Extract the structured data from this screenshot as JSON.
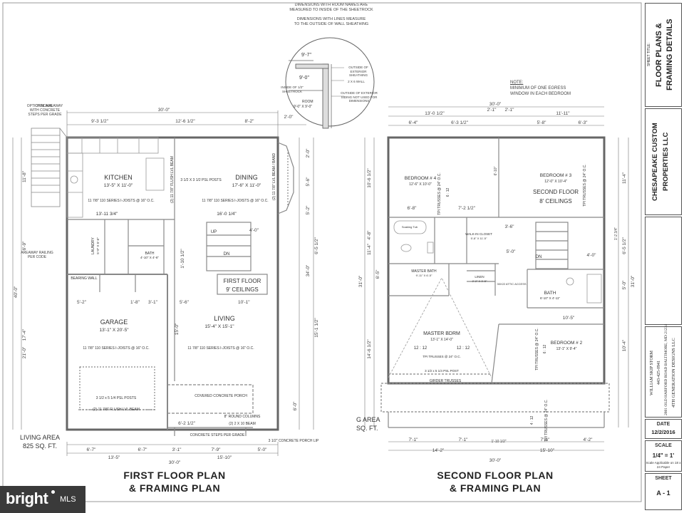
{
  "legend": {
    "line1": "DIMENSIONS WITH ROOM NAMES ARE",
    "line2": "MEASURED TO INSIDE OF THE SHEETROCK",
    "line3": "DIMENSIONS WITH LINES MEASURE",
    "line4": "TO THE OUTSIDE OF WALL SHEATHING",
    "detail_top": "9'-7\"",
    "detail_mid": "9'-0\"",
    "detail_room": "ROOM",
    "detail_room_dims": "9'-0\" X 9'-0\"",
    "note_sheathing": "OUTSIDE OF EXTERIOR SHEATHING",
    "note_wall": "2 X 6 WALL",
    "note_sheetrock": "INSIDE OF 1/2\" SHEETROCK",
    "note_siding": "OUTSIDE OF EXTERIOR SIDING NOT USED FOR DIMENSIONS"
  },
  "title_block": {
    "sheet_title_label": "SHEET TITLE:",
    "sheet_title": "FLOOR PLANS & FRAMING DETAILS",
    "client": "CHESAPEAKE CUSTOM PROPERTIES LLC",
    "designer": "4TH GENERATION DESIGNS LLC",
    "designer_address": "2601 OLD HARFORD ROAD BALTIMORE, MD 21234",
    "designer_phone": "443-425-0941",
    "designer_name": "WILLIAM SKIP STORM",
    "date_label": "DATE",
    "date_value": "12/2/2016",
    "scale_label": "SCALE",
    "scale_value": "1/4\" = 1'",
    "scale_note": "Scale Applicable on 18 x 24 Paper",
    "sheet_label": "SHEET",
    "sheet_value": "A - 1"
  },
  "first_floor": {
    "title_line1": "FIRST FLOOR PLAN",
    "title_line2": "& FRAMING PLAN",
    "living_area_line1": "LIVING AREA",
    "living_area_line2": "825 SQ. FT.",
    "stair_note": "OPTIONAL AREAWAY WITH CONCRETE STEPS PER GRADE",
    "areaway_note": "AREAWAY RAILING PER CODE",
    "dim_top_total": "30'-0\"",
    "dim_top_left": "9'-3 1/2\"",
    "dim_top_mid": "12'-6 1/2\"",
    "dim_top_right": "8'-2\"",
    "dim_top_far": "2'-0\"",
    "dim_bottom_total": "30'-0\"",
    "dim_bottom_left": "13'-5\"",
    "dim_bottom_right": "15'-10\"",
    "dim_bot_a": "6'-7\"",
    "dim_bot_b": "6'-7\"",
    "dim_bot_c": "3'-1\"",
    "dim_bot_d": "7'-9\"",
    "dim_bot_e": "5'-0\"",
    "dim_porch": "6'-2 1/2\"",
    "dim_left_1": "11'-8\"",
    "dim_left_2": "6'-9\"",
    "dim_left_3": "40'-0\"",
    "dim_left_4": "17'-4\"",
    "dim_left_5": "21'-0\"",
    "dim_right_1": "2'-0\"",
    "dim_right_2": "5'-6\"",
    "dim_right_3": "5'-2\"",
    "dim_right_4": "6'-5 1/2\"",
    "dim_right_5": "34'-0\"",
    "dim_right_6": "15'-1 1/2\"",
    "dim_right_7": "6'-0\"",
    "kitchen_name": "KITCHEN",
    "kitchen_dims": "13'-5\" X 11'-0\"",
    "kitchen_joists": "11 7/8\" 110 SERIES I-JOISTS @ 16\" O.C.",
    "kitchen_width": "13'-11 3/4\"",
    "dining_name": "DINING",
    "dining_dims": "17'-6\" X 11'-0\"",
    "dining_joists": "11 7/8\" 110 SERIES I-JOISTS @ 16\" O.C.",
    "dining_width": "16'-0 1/4\"",
    "psl_posts": "3 1/2 X 3 1/2 PSL POSTS",
    "flush_beam": "(2) 11 7/8\" FLUSH LVL BEAM",
    "lvl_band": "(2) 11 7/8\" LVL BEAM / BAND",
    "laundry": "LAUNDRY",
    "laundry_dims": "5'-9\" X 5'-6\"",
    "bath": "BATH",
    "bath_dims": "4'-10\" X 4'-6\"",
    "bearing_wall": "BEARING WALL",
    "first_floor_name": "FIRST FLOOR",
    "first_floor_ceilings": "9' CEILINGS",
    "living_name": "LIVING",
    "living_dims": "15'-4\" X 15'-1\"",
    "living_joists": "11 7/8\" 110 SERIES I-JOISTS @ 16\" O.C.",
    "garage_name": "GARAGE",
    "garage_dims": "13'-1\" X 20'-5\"",
    "garage_joists": "11 7/8\" 110 SERIES I-JOISTS @ 16\" O.C.",
    "garage_psl": "3 1/2 x 5 1/4 PSL POSTS",
    "garage_beam": "(2) 11 7/8\" FLUSH LVL BEAM",
    "porch_name": "COVERED CONCRETE PORCH",
    "porch_columns": "8\" ROUND COLUMNS",
    "porch_beam": "(2) 2 X 10 BEAM",
    "porch_steps": "CONCRETE STEPS PER GRADE",
    "porch_lip": "3 1/2\" CONCRETE PORCH LIP",
    "stair_up": "UP",
    "stair_dn": "DN",
    "dim_4_0": "4'-0\"",
    "dim_5_2": "5'-2\"",
    "dim_3_1": "3'-1\"",
    "dim_1_8": "1'-8\"",
    "dim_5_6": "5'-6\"",
    "dim_10_1": "10'-1\"",
    "dim_1_10": "1'-10 1/2\"",
    "dim_15_0": "15'-0\""
  },
  "second_floor": {
    "title_line1": "SECOND FLOOR PLAN",
    "title_line2": "& FRAMING PLAN",
    "living_area_line1": "G AREA",
    "living_area_line2": "SQ. FT.",
    "note_title": "NOTE:",
    "note_line1": "MINIMUM OF ONE EGRESS",
    "note_line2": "WINDOW IN EACH BEDROOM",
    "dim_top_total": "30'-0\"",
    "dim_top_a": "13'-0 1/2\"",
    "dim_top_b": "2'-1\"",
    "dim_top_c": "2'-1\"",
    "dim_top_d": "11'-11\"",
    "dim_top_e": "6'-4\"",
    "dim_top_f": "6'-3 1/2\"",
    "dim_top_g": "5'-8\"",
    "dim_top_h": "6'-3\"",
    "dim_bottom_total": "30'-0\"",
    "dim_bottom_left": "14'-2\"",
    "dim_bottom_right": "15'-10\"",
    "dim_bot_a": "7'-1\"",
    "dim_bot_b": "7'-1\"",
    "dim_bot_c": "1'-10 1/2\"",
    "dim_bot_d": "7'-6\"",
    "dim_bot_e": "4'-2\"",
    "dim_left_1": "10'-6 1/2\"",
    "dim_left_2": "4'-8\"",
    "dim_left_3": "11'-4\"",
    "dim_left_4": "6'-5\"",
    "dim_left_5": "31'-0\"",
    "dim_left_6": "14'-6 1/2\"",
    "dim_right_1": "11'-4\"",
    "dim_right_2": "1'-2 3/4\"",
    "dim_right_3": "6'-5 1/2\"",
    "dim_right_4": "31'-0\"",
    "dim_right_5": "5'-0\"",
    "dim_right_6": "10'-4\"",
    "bed4_name": "BEDROOM # 4",
    "bed4_dims": "12'-6\" X 10'-0\"",
    "bed4_trusses": "TPI TRUSSES @ 24\" O.C.",
    "bed4_pitch": "6 : 12",
    "bed3_name": "BEDROOM # 3",
    "bed3_dims": "12'-0\" X 10'-4\"",
    "bed3_trusses": "TPI TRUSSES @ 24\" O.C.",
    "second_floor_name": "SECOND FLOOR",
    "second_floor_ceilings": "8' CEILINGS",
    "walkin": "WALK-IN CLOSET",
    "walkin_dims": "5'-8\" X 11'-5\"",
    "soaking_tub": "Soaking Tub",
    "master_bath": "MASTER BATH",
    "master_bath_dims": "9'-11\" X 6'-5\"",
    "linen": "LINEN",
    "linen_dims": "2'-2\" X 3'-5\"",
    "attic": "30X22 ATTIC ACCESS",
    "bath": "BATH",
    "bath_dims": "6'-10\" X 4'-11\"",
    "master_name": "MASTER BDRM",
    "master_dims": "13'-1\" X 14'-0\"",
    "master_pitch_l": "12 : 12",
    "master_pitch_r": "12 : 12",
    "master_trusses": "TPI TRUSSES @ 24\" O.C.",
    "master_psl": "3 1/2 x 5 1/4 PSL POST",
    "girder": "GIRDER TRUSSES",
    "bed2_name": "BEDROOM # 2",
    "bed2_dims": "13'-1\" X 9'-4\"",
    "bed2_trusses": "TPI TRUSSES @ 24\" O.C.",
    "bed2_pitch": "6 : 12",
    "porch_trusses": "TPI TRUSSES @ 24\" O.C.",
    "porch_pitch": "4 : 12",
    "stair_dn": "DN",
    "dim_6_8": "6'-8\"",
    "dim_7_2": "7'-2 1/2\"",
    "dim_6_10": "6'-10\"",
    "dim_5_0": "5'-0\"",
    "dim_4_0": "4'-0\"",
    "dim_3_6": "3'-6\"",
    "dim_10_5": "10'-5\""
  },
  "watermark": {
    "brand": "bright",
    "suffix": "MLS"
  }
}
